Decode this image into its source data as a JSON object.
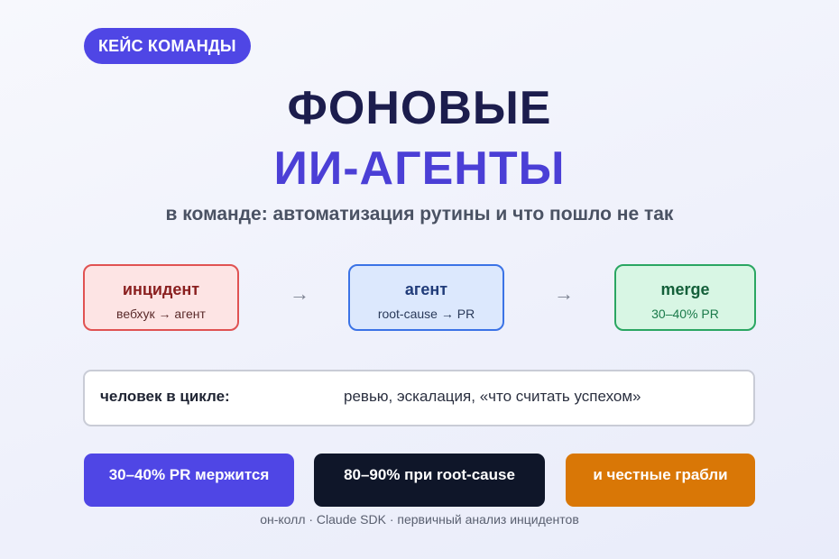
{
  "badge": "КЕЙС КОМАНДЫ",
  "title": {
    "line1": "ФОНОВЫЕ",
    "line2": "ИИ-АГЕНТЫ"
  },
  "subtitle": "в команде: автоматизация рутины и что пошло не так",
  "flow": {
    "arrow": "→",
    "steps": [
      {
        "title": "инцидент",
        "sub": "вебхук → агент"
      },
      {
        "title": "агент",
        "sub": "root-cause → PR"
      },
      {
        "title": "merge",
        "sub": "30–40% PR"
      }
    ]
  },
  "loop": {
    "label": "человек в цикле:",
    "value": "ревью, эскалация, «что считать успехом»"
  },
  "stats": [
    "30–40% PR мержится",
    "80–90% при root-cause",
    "и честные грабли"
  ],
  "footer": "он-колл · Claude SDK · первичный анализ инцидентов",
  "colors": {
    "accent": "#4f46e5",
    "incident": "#e05252",
    "agent": "#3b73e6",
    "merge": "#2aa662",
    "dark": "#0f1629",
    "orange": "#d97706"
  }
}
